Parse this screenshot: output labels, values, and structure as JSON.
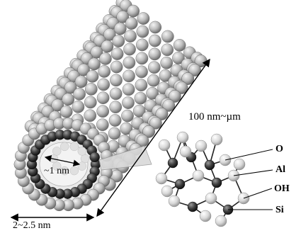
{
  "diagram": {
    "dimensions": {
      "length": "100 nm~µm",
      "inner_diameter": "~1 nm",
      "outer_diameter": "2~2.5 nm"
    },
    "atoms": {
      "o": "O",
      "al": "Al",
      "oh": "OH",
      "si": "Si"
    },
    "colors": {
      "outer_sphere": "#b8b8b8",
      "inner_ring_sphere": "#3a3a3a",
      "background": "#ffffff"
    }
  }
}
